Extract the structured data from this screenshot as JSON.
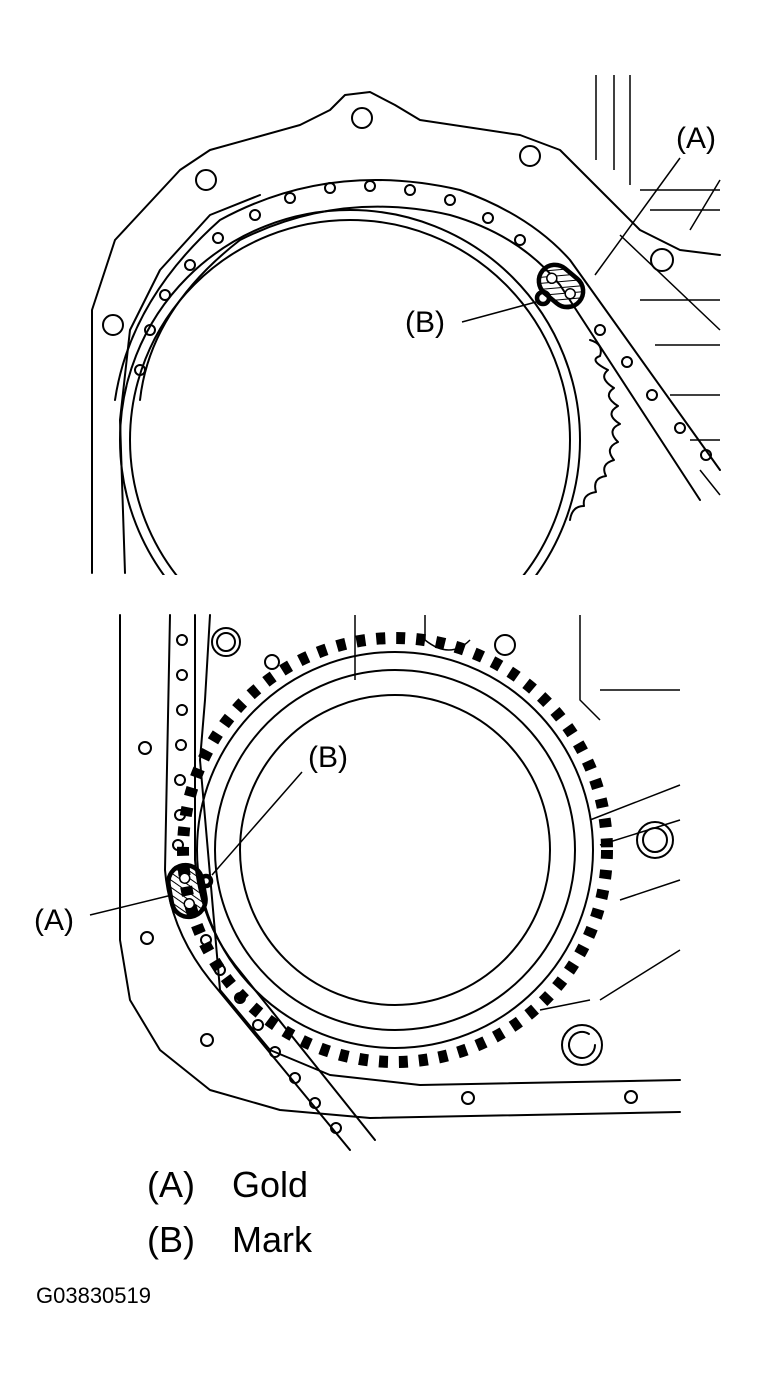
{
  "figure": {
    "top_labels": {
      "a": "(A)",
      "b": "(B)"
    },
    "bottom_labels": {
      "a": "(A)",
      "b": "(B)"
    },
    "legend": [
      {
        "key": "(A)",
        "text": "Gold"
      },
      {
        "key": "(B)",
        "text": "Mark"
      }
    ],
    "figure_code": "G03830519"
  }
}
